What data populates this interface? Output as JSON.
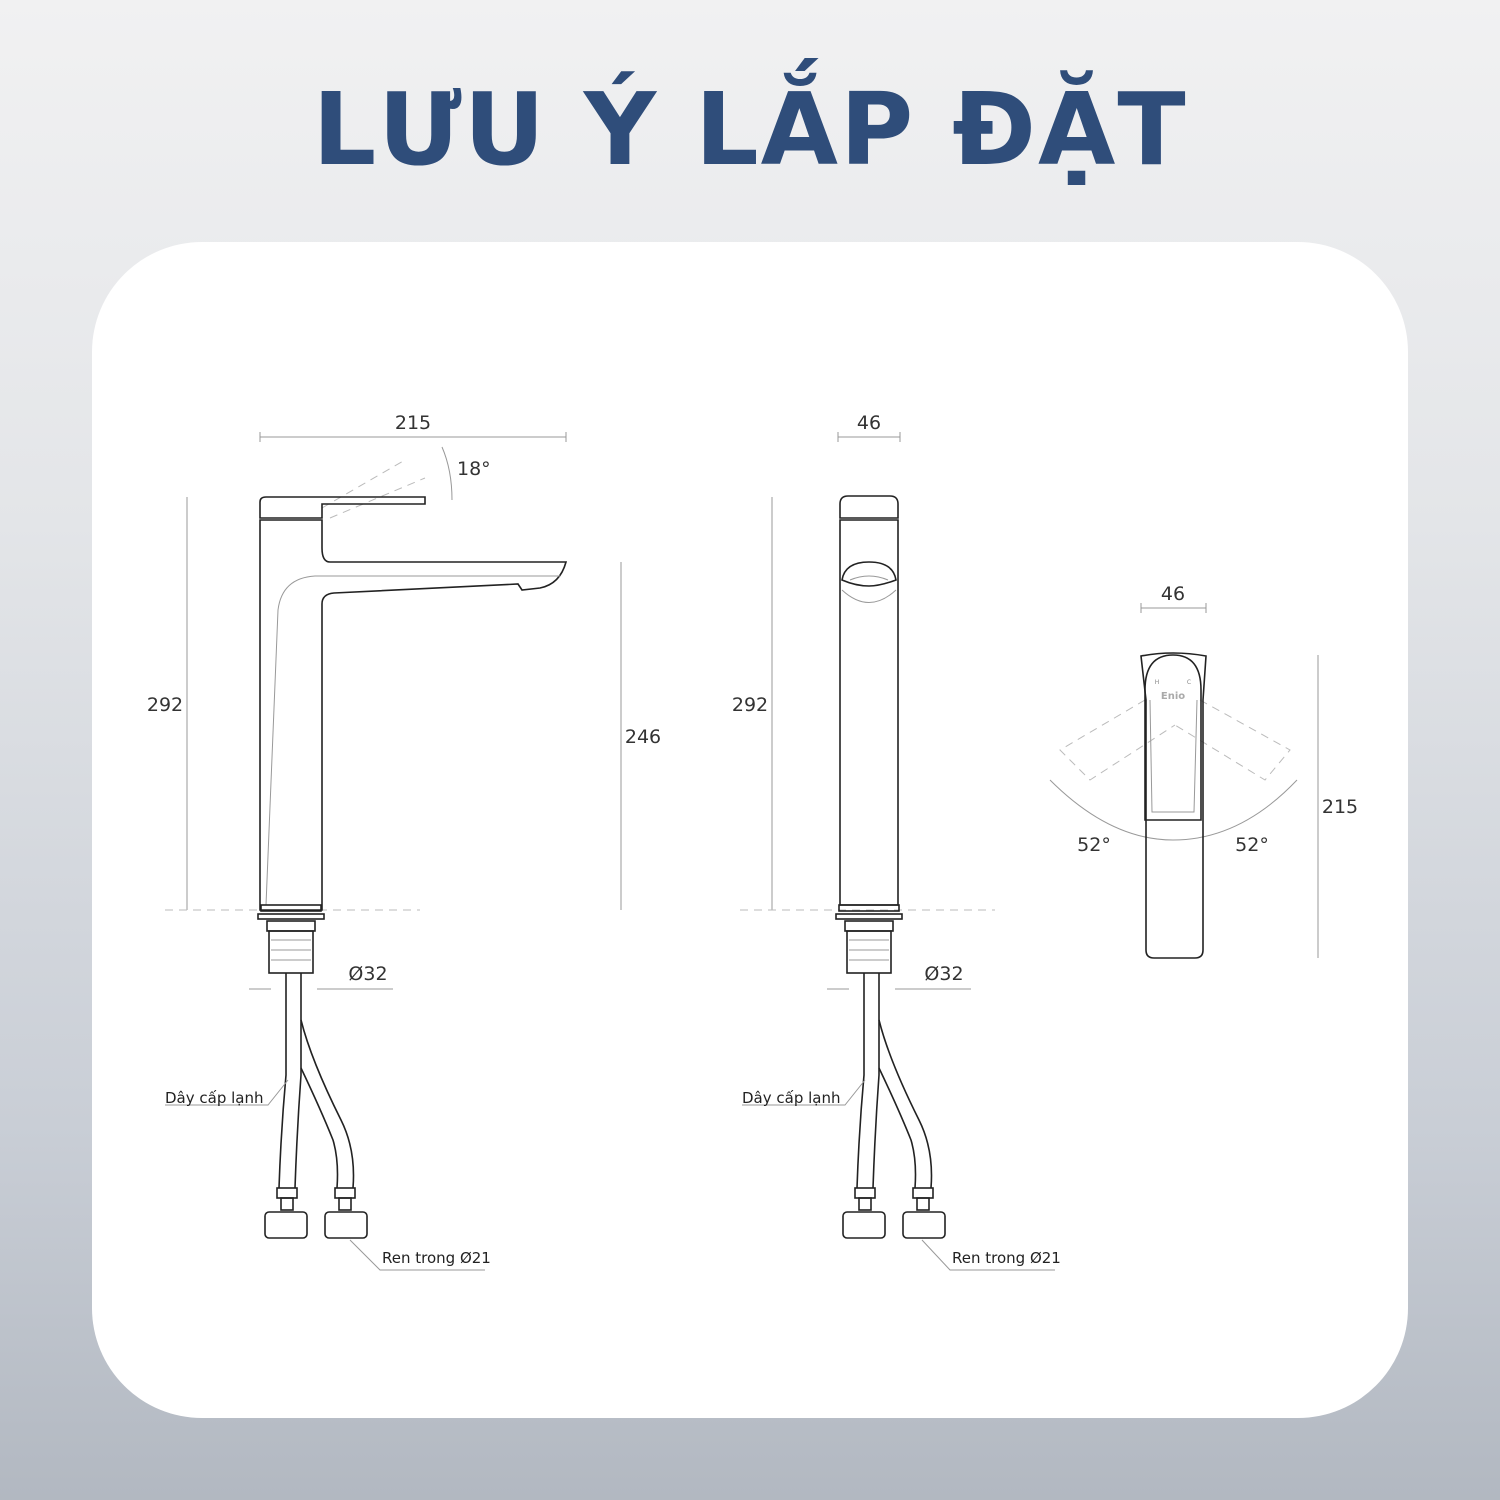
{
  "title": "LƯU Ý LẮP ĐẶT",
  "front_view": {
    "width": "215",
    "handle_angle": "18°",
    "height": "292",
    "spout_height": "246",
    "base_diameter": "Ø32",
    "hose_label": "Dây cấp lạnh",
    "thread_label": "Ren trong Ø21"
  },
  "side_view": {
    "width": "46",
    "height": "292",
    "base_diameter": "Ø32",
    "hose_label": "Dây cấp lạnh",
    "thread_label": "Ren trong Ø21"
  },
  "top_view": {
    "width": "46",
    "length": "215",
    "left_angle": "52°",
    "right_angle": "52°",
    "hot_mark": "H",
    "cold_mark": "C",
    "brand": "Enio"
  },
  "colors": {
    "title": "#2f4d7a"
  }
}
